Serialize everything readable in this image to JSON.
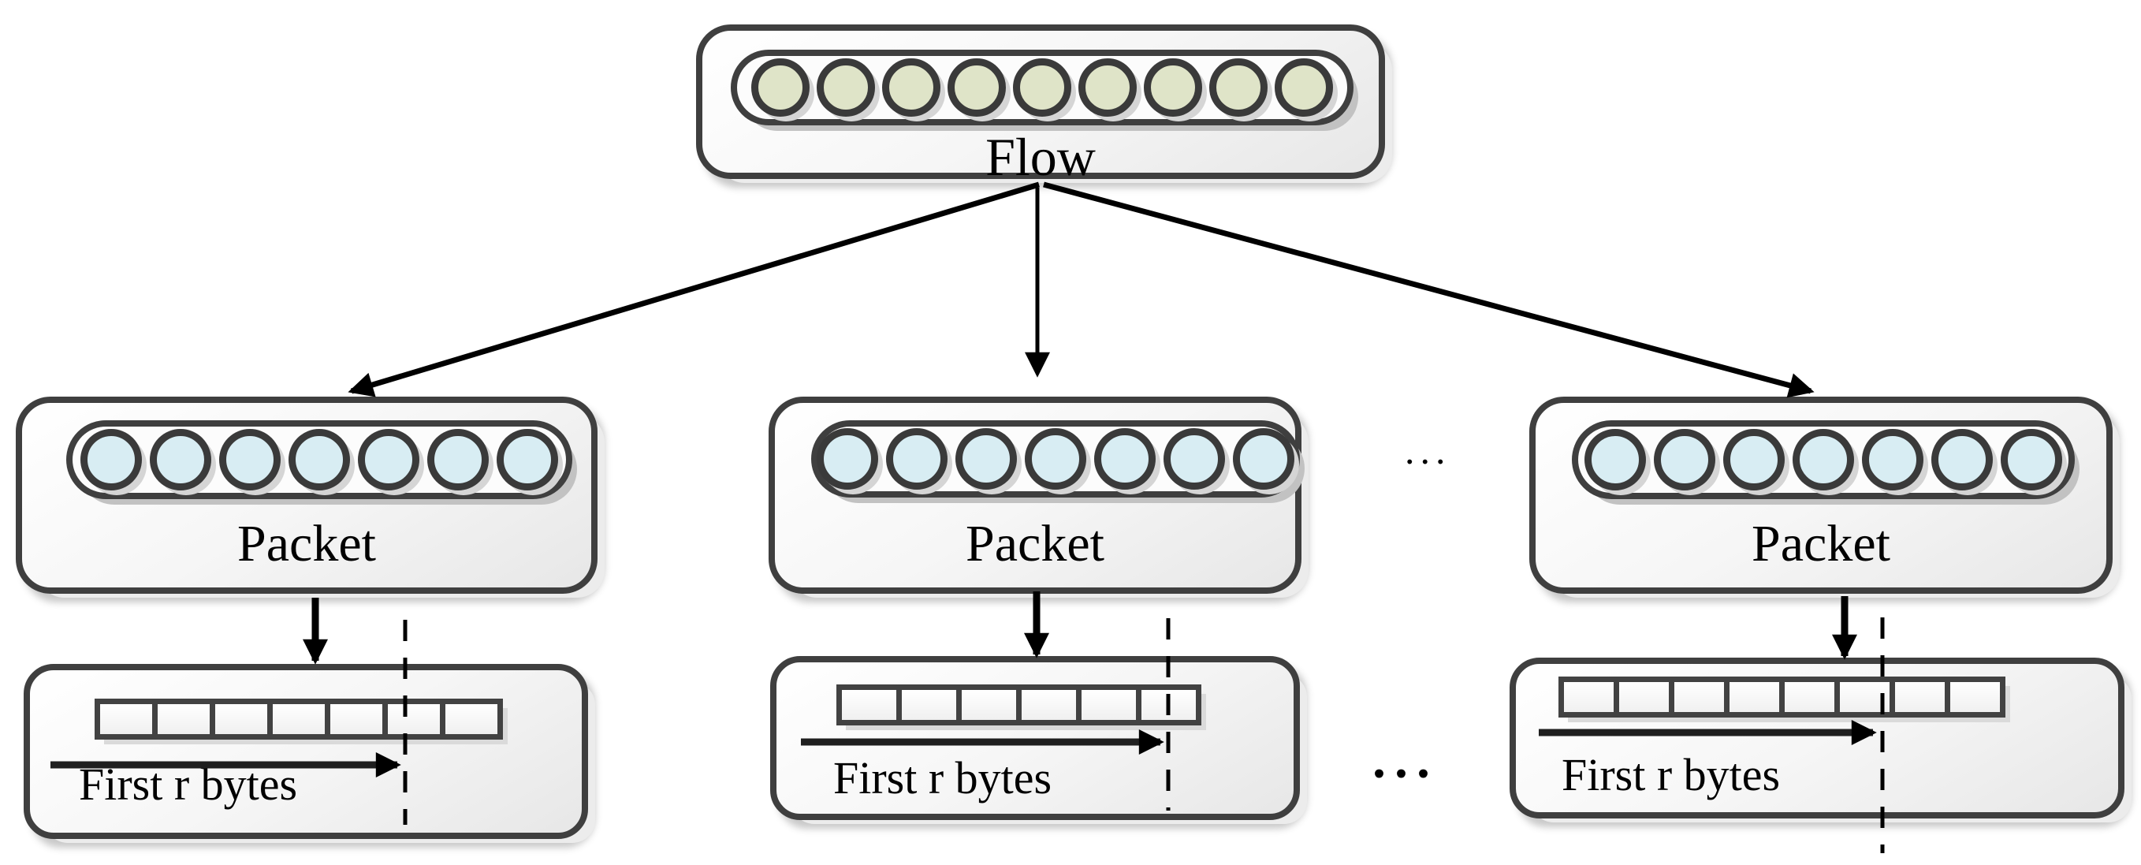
{
  "colors": {
    "border": "#3f3f3f",
    "flow_dot": "#dfe4c8",
    "packet_dot": "#d8edf3",
    "arrow": "#000000"
  },
  "flow": {
    "label": "Flow",
    "dot_count": 9
  },
  "packets": [
    {
      "label": "Packet",
      "dot_count": 7
    },
    {
      "label": "Packet",
      "dot_count": 7
    },
    {
      "label": "Packet",
      "dot_count": 7
    }
  ],
  "byte_strips": [
    {
      "label": "First r bytes",
      "cell_count": 7
    },
    {
      "label": "First r bytes",
      "cell_count": 6
    },
    {
      "label": "First r bytes",
      "cell_count": 8
    }
  ],
  "ellipsis": {
    "between_packets": "...",
    "between_byte_strips": "..."
  }
}
